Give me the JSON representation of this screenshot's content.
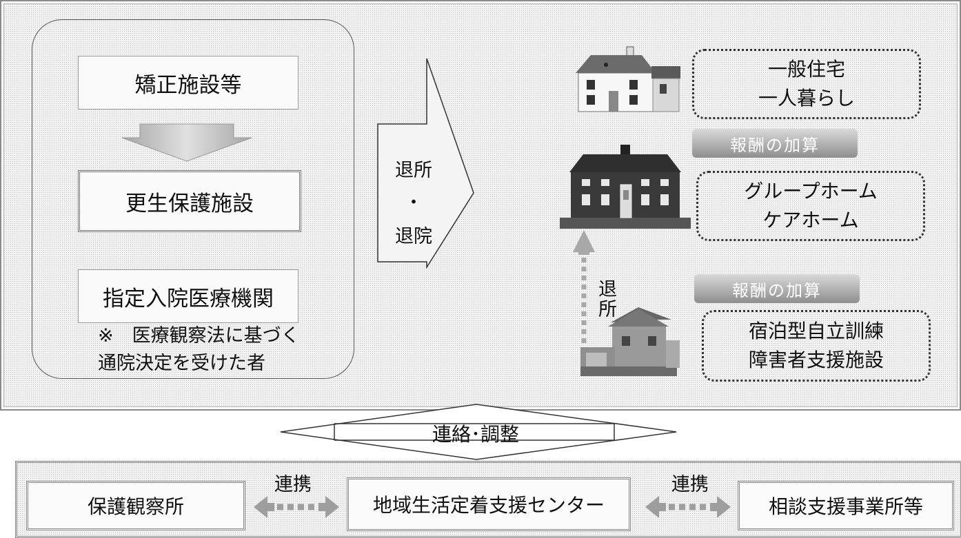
{
  "left": {
    "box1": "矯正施設等",
    "box2": "更生保護施設",
    "box3": "指定入院医療機関",
    "note_line1": "※　医療観察法に基づく",
    "note_line2": "通院決定を受けた者"
  },
  "arrow": {
    "line1": "退所",
    "dot": "・",
    "line2": "退院"
  },
  "right": {
    "home": {
      "line1": "一般住宅",
      "line2": "一人暮らし"
    },
    "tag1": "報酬の加算",
    "group": {
      "line1": "グループホーム",
      "line2": "ケアホーム"
    },
    "exit_char1": "退",
    "exit_char2": "所",
    "tag2": "報酬の加算",
    "facility": {
      "line1": "宿泊型自立訓練",
      "line2": "障害者支援施設"
    }
  },
  "coordination": "連絡･調整",
  "bottom": {
    "left": "保護観察所",
    "link1": "連携",
    "center": "地域生活定着支援センター",
    "link2": "連携",
    "right": "相談支援事業所等"
  },
  "colors": {
    "tag_gradient_top": "#d9d9d9",
    "tag_gradient_bottom": "#8e8e8e",
    "arrow_gray": "#9a9a9a"
  }
}
